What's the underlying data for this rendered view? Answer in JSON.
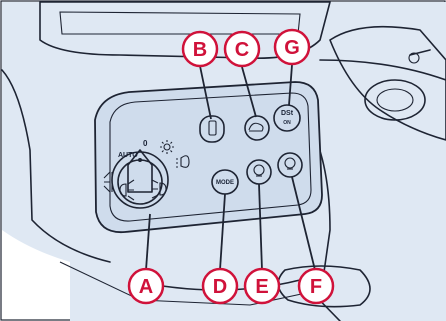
{
  "colors": {
    "background": "#ffffff",
    "panel": "#cfdcec",
    "shadow": "#b4c6dd",
    "callout": "#d0123a",
    "outline": "#1e2433"
  },
  "knob": {
    "label_auto": "AUTO",
    "label_off": "0"
  },
  "buttons": {
    "mode_label": "MODE",
    "g_label_top": "DSt",
    "g_label_bottom": "ON"
  },
  "callouts": {
    "a": "A",
    "b": "B",
    "c": "C",
    "d": "D",
    "e": "E",
    "f": "F",
    "g": "G"
  }
}
